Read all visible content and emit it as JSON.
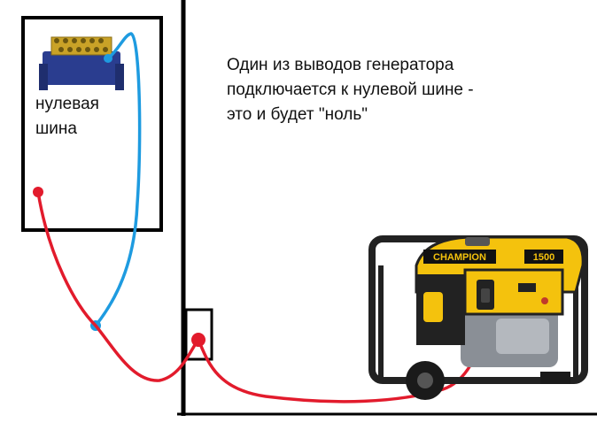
{
  "labels": {
    "neutral_bus_line1": "нулевая",
    "neutral_bus_line2": "шина",
    "caption_line1": "Один из выводов генератора",
    "caption_line2": "подключается к нулевой шине -",
    "caption_line3": "это и будет \"ноль\""
  },
  "generator": {
    "brand": "CHAMPION",
    "model": "1500"
  },
  "colors": {
    "live_wire": "#e21b2c",
    "neutral_wire": "#1e9be0",
    "outline": "#000000",
    "generator_body": "#f4c20d",
    "bus_bar_base": "#2a3d8f",
    "bus_bar_terminals": "#c9a227"
  },
  "icons": {
    "bus_bar": "neutral-bus-bar-icon",
    "generator": "portable-generator-icon"
  }
}
